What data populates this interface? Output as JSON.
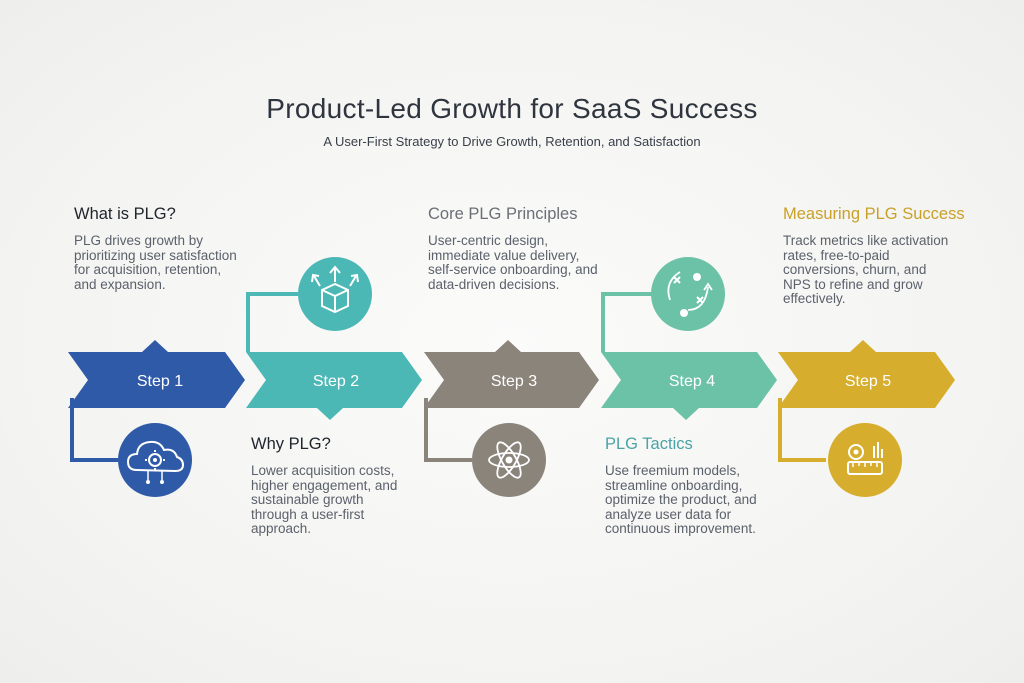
{
  "title": "Product-Led Growth for SaaS Success",
  "subtitle": "A User-First Strategy to Drive Growth, Retention, and Satisfaction",
  "colors": {
    "step1": "#2f5aa8",
    "step2": "#4cb8b6",
    "step3": "#8a847b",
    "step4": "#6cc2a6",
    "step5": "#d6ad2c"
  },
  "steps": [
    {
      "label": "Step 1",
      "heading": "What is PLG?",
      "body": "PLG drives growth by prioritizing user satisfaction for acquisition, retention, and expansion.",
      "icon": "cloud-gear-icon"
    },
    {
      "label": "Step 2",
      "heading": "Why PLG?",
      "body": "Lower acquisition costs, higher engagement, and sustainable growth through a user-first approach.",
      "icon": "box-arrows-up-icon"
    },
    {
      "label": "Step 3",
      "heading": "Core PLG Principles",
      "body": "User-centric design, immediate value delivery, self-service onboarding, and data-driven decisions.",
      "icon": "atom-icon"
    },
    {
      "label": "Step 4",
      "heading": "PLG Tactics",
      "body": "Use freemium models, streamline onboarding, optimize the product, and analyze user data for continuous improvement.",
      "icon": "strategy-play-icon"
    },
    {
      "label": "Step 5",
      "heading": "Measuring PLG Success",
      "body": "Track metrics like activation rates, free-to-paid conversions, churn, and NPS to refine and grow effectively.",
      "icon": "measurement-tape-icon"
    }
  ]
}
